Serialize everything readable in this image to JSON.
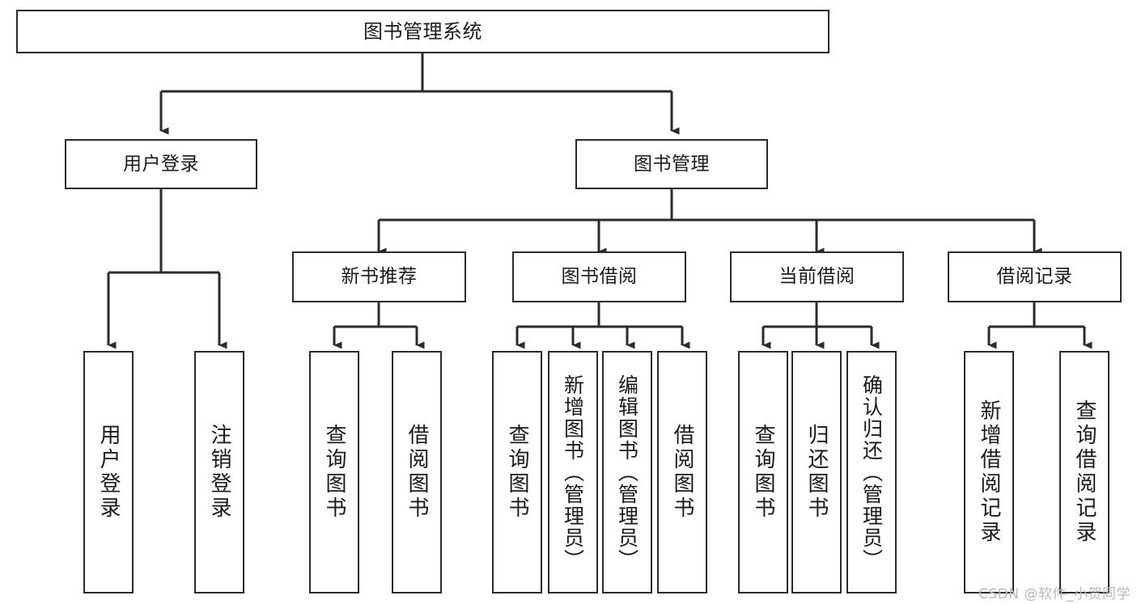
{
  "diagram": {
    "title": "图书管理系统",
    "type": "tree-hierarchy",
    "orientation": "top-down",
    "colors": {
      "box_border": "#2b2b2b",
      "box_fill": "#ffffff",
      "edge": "#2b2b2b",
      "text": "#1a1a1a",
      "watermark": "#b9b9b9",
      "background": "#ffffff"
    }
  },
  "watermark": {
    "text": "CSDN @软件_小贺同学"
  },
  "nodes": {
    "root": {
      "label": "图书管理系统"
    },
    "level2": [
      {
        "id": "user-login",
        "label": "用户登录"
      },
      {
        "id": "book-manage",
        "label": "图书管理"
      }
    ],
    "level3": [
      {
        "id": "new-book-recommend",
        "label": "新书推荐"
      },
      {
        "id": "book-borrow",
        "label": "图书借阅"
      },
      {
        "id": "current-borrow",
        "label": "当前借阅"
      },
      {
        "id": "borrow-record",
        "label": "借阅记录"
      }
    ],
    "leaves": {
      "user-login": [
        {
          "id": "leaf-user-login",
          "label": "用户登录"
        },
        {
          "id": "leaf-logout-login",
          "label": "注销登录"
        }
      ],
      "new-book-recommend": [
        {
          "id": "leaf-query-book-1",
          "label": "查询图书"
        },
        {
          "id": "leaf-borrow-book-1",
          "label": "借阅图书"
        }
      ],
      "book-borrow": [
        {
          "id": "leaf-query-book-2",
          "label": "查询图书"
        },
        {
          "id": "leaf-add-book",
          "label": "新增图书（管理员）"
        },
        {
          "id": "leaf-edit-book",
          "label": "编辑图书（管理员）"
        },
        {
          "id": "leaf-borrow-book-2",
          "label": "借阅图书"
        }
      ],
      "current-borrow": [
        {
          "id": "leaf-query-book-3",
          "label": "查询图书"
        },
        {
          "id": "leaf-return-book",
          "label": "归还图书"
        },
        {
          "id": "leaf-confirm-return",
          "label": "确认归还（管理员）"
        }
      ],
      "borrow-record": [
        {
          "id": "leaf-add-record",
          "label": "新增借阅记录"
        },
        {
          "id": "leaf-query-record",
          "label": "查询借阅记录"
        }
      ]
    }
  }
}
